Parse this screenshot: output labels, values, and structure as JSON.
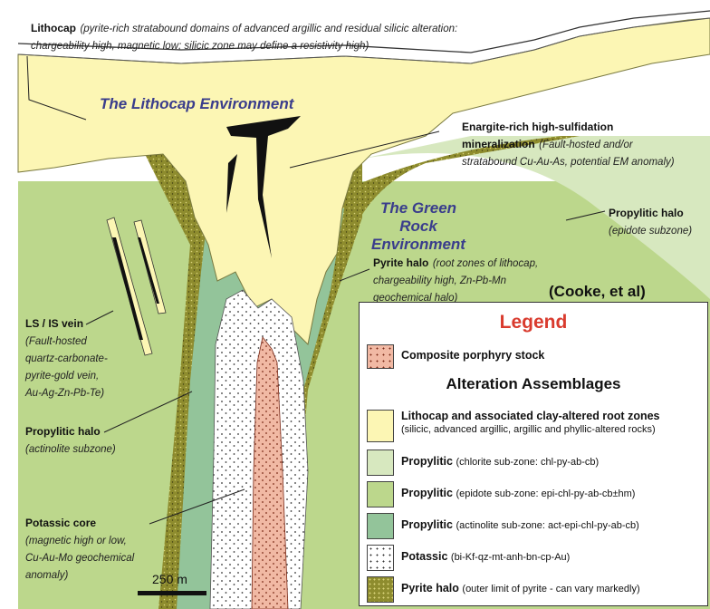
{
  "top_label": {
    "bold": "Lithocap",
    "italic": "(pyrite-rich stratabound domains of advanced argillic and residual silicic alteration:",
    "line2": "chargeability high, magnetic low; silicic zone may define a resistivity high)"
  },
  "lithocap_environment": "The Lithocap Environment",
  "green_rock_line1": "The Green Rock",
  "green_rock_line2": "Environment",
  "enargite": {
    "line1": "Enargite-rich high-sulfidation",
    "line2_bold": "mineralization",
    "line2_italic": "(Fault-hosted and/or",
    "line3": "stratabound Cu-Au-As, potential EM anomaly)"
  },
  "propylitic_epidote": {
    "bold": "Propylitic halo",
    "italic": "(epidote subzone)"
  },
  "pyrite_halo_label": {
    "bold": "Pyrite halo",
    "italic1": "(root zones of lithocap,",
    "italic2": "chargeability high, Zn-Pb-Mn",
    "italic3": "geochemical halo)"
  },
  "citation": "(Cooke, et al)",
  "ls_vein": {
    "bold": "LS / IS vein",
    "l1": "(Fault-hosted",
    "l2": "quartz-carbonate-",
    "l3": "pyrite-gold vein,",
    "l4": "Au-Ag-Zn-Pb-Te)"
  },
  "propylitic_actinolite": {
    "bold": "Propylitic halo",
    "italic": "(actinolite subzone)"
  },
  "potassic_core": {
    "bold": "Potassic core",
    "l1": "(magnetic high or low,",
    "l2": "Cu-Au-Mo geochemical",
    "l3": "anomaly)"
  },
  "scale_bar": "250 m",
  "legend": {
    "title": "Legend",
    "stock_label": "Composite porphyry stock",
    "subtitle": "Alteration Assemblages",
    "items": [
      {
        "bold": "Lithocap and associated clay-altered root zones",
        "note": "(silicic, advanced argillic, argillic and phyllic-altered rocks)",
        "color": "#fcf6b4"
      },
      {
        "bold": "Propylitic",
        "note": "(chlorite sub-zone: chl-py-ab-cb)",
        "color": "#d7e8bf"
      },
      {
        "bold": "Propylitic",
        "note": "(epidote sub-zone: epi-chl-py-ab-cb±hm)",
        "color": "#bcd78c"
      },
      {
        "bold": "Propylitic",
        "note": "(actinolite sub-zone: act-epi-chl-py-ab-cb)",
        "color": "#93c49a"
      },
      {
        "bold": "Potassic",
        "note": "(bi-Kf-qz-mt-anh-bn-cp-Au)",
        "color": "#ffffff"
      },
      {
        "bold": "Pyrite halo",
        "note": "(outer limit of pyrite - can vary markedly)",
        "color": "#8e8c2e"
      }
    ]
  },
  "colors": {
    "lithocap": "#fcf6b4",
    "propylitic_epidote": "#bcd78c",
    "propylitic_chlorite": "#d7e8bf",
    "propylitic_actinolite": "#93c49a",
    "pyrite_halo": "#8e8c2e",
    "stock": "#f1b9a4",
    "legend_title": "#d93b2e",
    "environment_text": "#3a3d8c"
  }
}
